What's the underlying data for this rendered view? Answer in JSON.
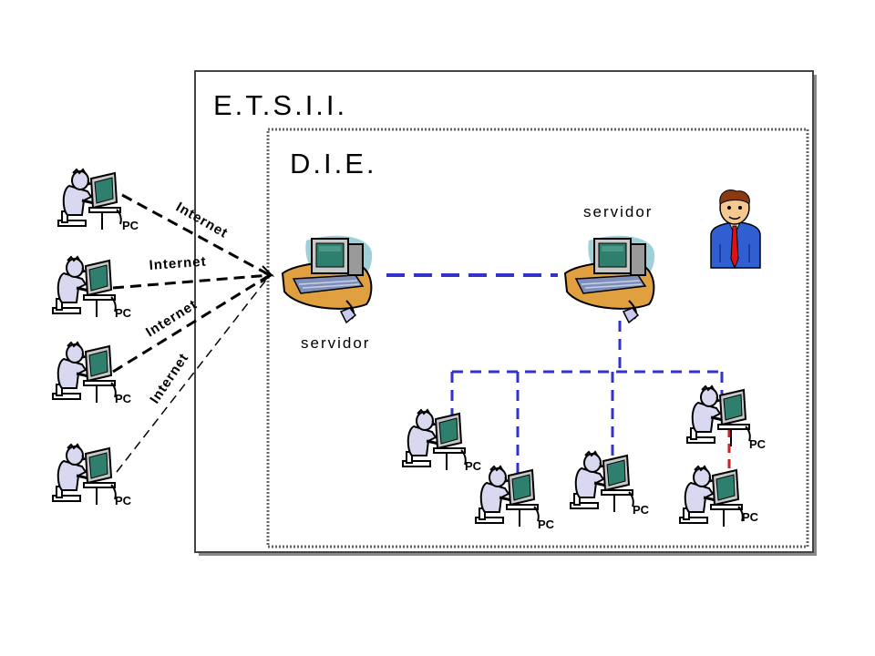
{
  "outer_box": {
    "label": "E.T.S.I.I."
  },
  "inner_box": {
    "label": "D.I.E."
  },
  "servers": [
    {
      "label": "servidor"
    },
    {
      "label": "servidor"
    }
  ],
  "pc_label": "PC",
  "internet_labels": [
    "Internet",
    "Internet",
    "Internet",
    "Internet"
  ],
  "colors": {
    "lan_link": "#3333cc",
    "special_link": "#cc2222",
    "internet_link": "#000000",
    "monitor_screen": "#2f7f6f",
    "person_body": "#d8d8f0",
    "server_pad": "#e0a040",
    "server_bg": "#9fd0d8"
  },
  "icons": [
    "pc-user-icon",
    "server-icon",
    "admin-person-icon"
  ]
}
